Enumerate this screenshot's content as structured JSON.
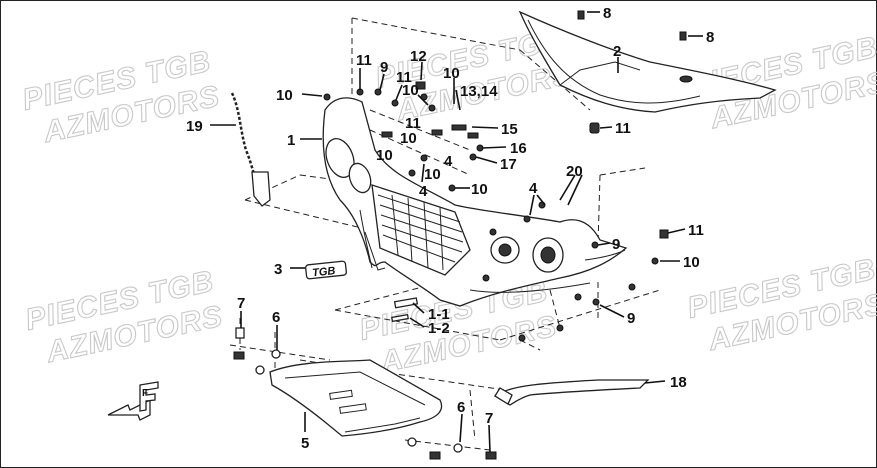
{
  "watermarks": [
    {
      "line1": "PIECES TGB",
      "line2": "AZMOTORS"
    },
    {
      "line1": "PIECES TGB",
      "line2": "AZMOTORS"
    },
    {
      "line1": "PIECES TGB",
      "line2": "AZMOTORS"
    },
    {
      "line1": "PIECES TGB",
      "line2": "AZMOTORS"
    },
    {
      "line1": "PIECES TGB",
      "line2": "AZMOTORS"
    },
    {
      "line1": "PIECES TGB",
      "line2": "AZMOTORS"
    }
  ],
  "emblem_text": "TGB",
  "direction_mark": "F",
  "callouts": {
    "c01": "8",
    "c02": "8",
    "c03": "2",
    "c04": "11",
    "c05": "19",
    "c06": "1",
    "c07": "10",
    "c08": "11",
    "c09": "9",
    "c10": "11",
    "c11": "12",
    "c12": "10",
    "c13": "10",
    "c14": "13,14",
    "c15": "11",
    "c16": "15",
    "c17": "10",
    "c18": "16",
    "c19": "10",
    "c20": "4",
    "c21": "17",
    "c22": "10",
    "c23": "4",
    "c24": "10",
    "c25": "20",
    "c26": "4",
    "c27": "9",
    "c28": "11",
    "c29": "10",
    "c30": "3",
    "c31": "1-1",
    "c32": "1-2",
    "c33": "9",
    "c34": "7",
    "c35": "6",
    "c36": "5",
    "c37": "6",
    "c38": "7",
    "c39": "18"
  }
}
